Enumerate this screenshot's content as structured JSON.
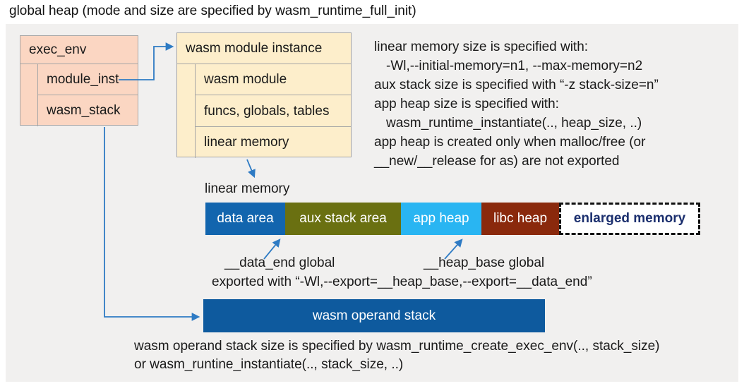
{
  "title": "global heap (mode and size are specified by wasm_runtime_full_init)",
  "exec_env": {
    "title": "exec_env",
    "rows": [
      {
        "label": "module_inst"
      },
      {
        "label": "wasm_stack"
      }
    ]
  },
  "module_instance": {
    "title": "wasm module instance",
    "rows": [
      {
        "label": "wasm module"
      },
      {
        "label": "funcs, globals, tables"
      },
      {
        "label": "linear memory"
      }
    ]
  },
  "notes_right": {
    "lines": [
      "linear memory size is specified with:",
      "-Wl,--initial-memory=n1, --max-memory=n2",
      "aux stack size is specified with “-z stack-size=n”",
      "app heap size is specified with:",
      "wasm_runtime_instantiate(.., heap_size, ..)",
      "app heap is created only when malloc/free (or",
      "__new/__release for as) are not exported"
    ]
  },
  "linear_memory": {
    "label": "linear memory",
    "segments": [
      {
        "label": "data area",
        "color": "#1265ae",
        "text_color": "#ffffff"
      },
      {
        "label": "aux stack area",
        "color": "#6a7011",
        "text_color": "#ffffff"
      },
      {
        "label": "app heap",
        "color": "#29b5f2",
        "text_color": "#ffffff"
      },
      {
        "label": "libc heap",
        "color": "#8a290c",
        "text_color": "#ffffff"
      },
      {
        "label": "enlarged memory",
        "color": "#ffffff",
        "text_color": "#1b2f6e"
      }
    ],
    "data_end_label": "__data_end global",
    "heap_base_label": "__heap_base global",
    "export_note": "exported with “-Wl,--export=__heap_base,--export=__data_end”"
  },
  "operand_stack": {
    "label": "wasm operand stack",
    "note_line1": "wasm operand stack size is specified by wasm_runtime_create_exec_env(.., stack_size)",
    "note_line2": "or wasm_runtine_instantiate(.., stack_size, ..)"
  },
  "colors": {
    "accent_blue": "#2e7bc4",
    "panel_gray": "#f1f0ef",
    "exec_env_fill": "#fbd6c2",
    "module_instance_fill": "#fdeecb",
    "border_gray": "#a6a6a6",
    "operand_stack_fill": "#0e5a9e",
    "enlarged_memory_text": "#1b2f6e"
  }
}
